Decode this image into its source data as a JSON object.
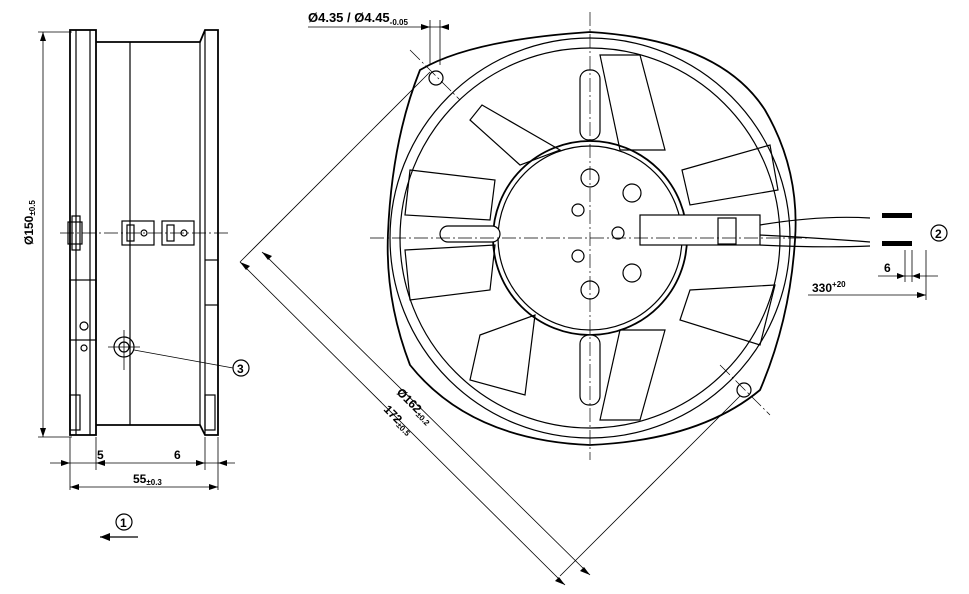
{
  "dimensions": {
    "hole_dia_main": "Ø4.35 / Ø4.45",
    "hole_dia_tol": "-0.05",
    "height_dia_main": "Ø150",
    "height_dia_tol": "±0.5",
    "depth_small_left": "5",
    "depth_small_right": "6",
    "depth_total_main": "55",
    "depth_total_tol": "±0.3",
    "fan_dia_main": "Ø162",
    "fan_dia_tol": "±0.2",
    "diag_main": "172",
    "diag_tol": "±0.5",
    "lead_length_main": "330",
    "lead_length_tol": "+20",
    "strip_length": "6"
  },
  "callouts": {
    "c1": "1",
    "c2": "2",
    "c3": "3"
  }
}
